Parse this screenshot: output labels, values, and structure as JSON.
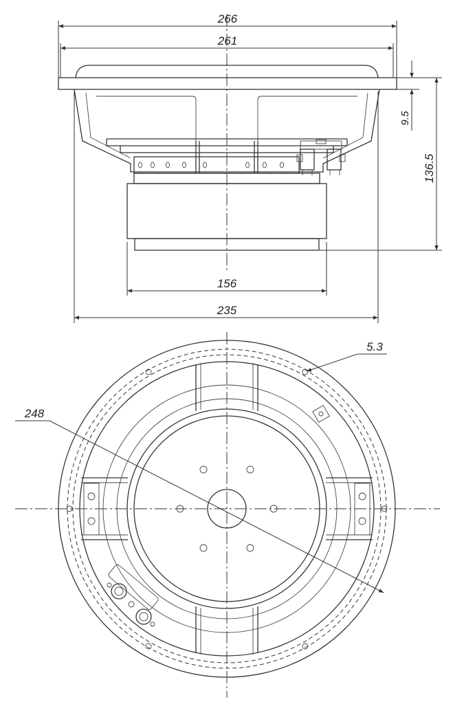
{
  "dimensions": {
    "overall_diameter": "266",
    "flange_width": "261",
    "flange_height": "9.5",
    "total_depth": "136.5",
    "magnet_diameter": "156",
    "cutout_diameter": "235",
    "bolt_circle": "248",
    "mount_hole": "5.3"
  },
  "colors": {
    "line": "#333333",
    "background": "#ffffff"
  }
}
